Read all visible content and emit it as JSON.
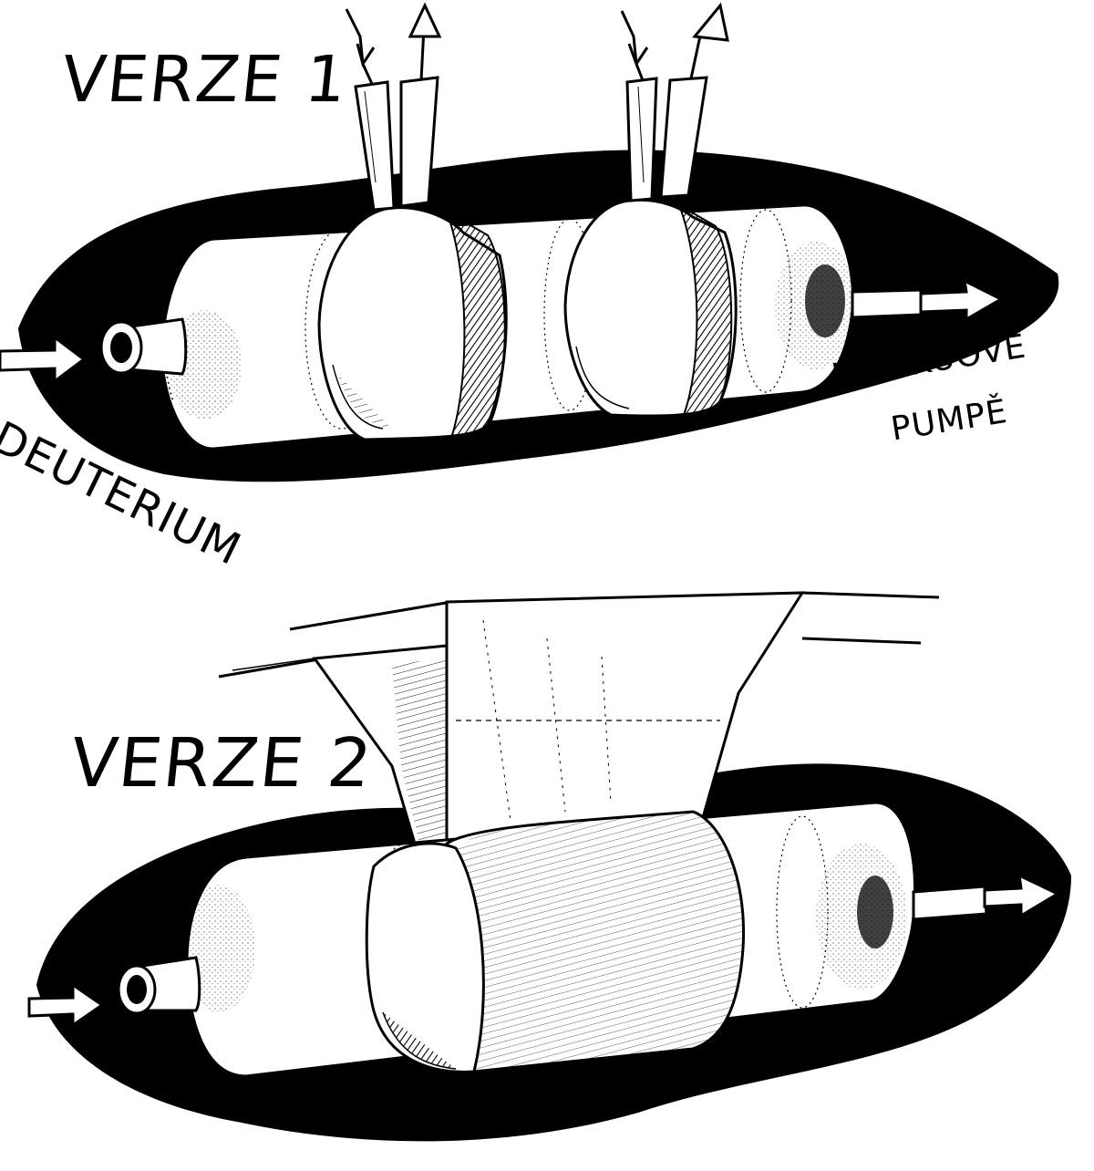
{
  "labels": {
    "version1": "VERZE 1",
    "version2": "VERZE 2",
    "deuterium": "DEUTERIUM",
    "pump_line1": "K VAKUOVÉ",
    "pump_line2": "PUMPĚ"
  },
  "colors": {
    "ink": "#000000",
    "paper": "#ffffff"
  },
  "icons": {
    "arrow_in": "arrow-right",
    "arrow_out": "arrow-up",
    "arrow_pump": "arrow-right"
  }
}
